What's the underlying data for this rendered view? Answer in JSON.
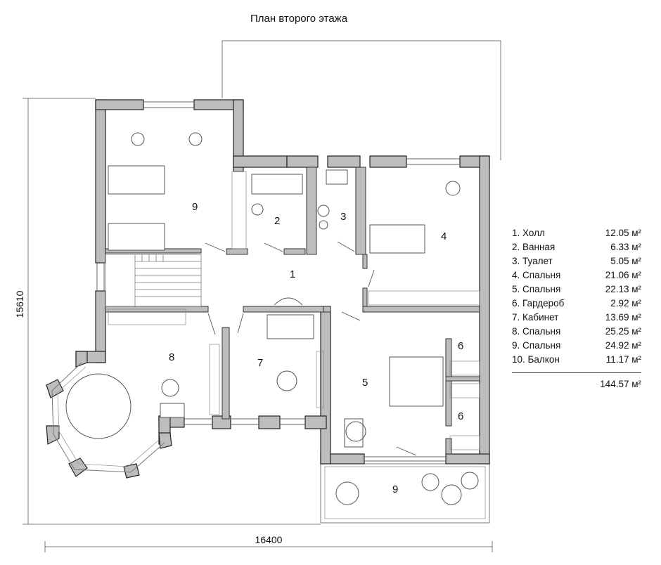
{
  "title": "План второго этажа",
  "dimensions": {
    "width_label": "16400",
    "height_label": "15610"
  },
  "room_numbers": [
    "9",
    "2",
    "3",
    "4",
    "1",
    "8",
    "7",
    "5",
    "6",
    "6",
    "9"
  ],
  "legend": [
    {
      "name": "1. Холл",
      "area": "12.05 м²"
    },
    {
      "name": "2. Ванная",
      "area": "6.33 м²"
    },
    {
      "name": "3. Туалет",
      "area": "5.05 м²"
    },
    {
      "name": "4. Спальня",
      "area": "21.06 м²"
    },
    {
      "name": "5. Спальня",
      "area": "22.13 м²"
    },
    {
      "name": "6. Гардероб",
      "area": "2.92 м²"
    },
    {
      "name": "7. Кабинет",
      "area": "13.69 м²"
    },
    {
      "name": "8. Спальня",
      "area": "25.25 м²"
    },
    {
      "name": "9. Спальня",
      "area": "24.92 м²"
    },
    {
      "name": "10. Балкон",
      "area": "11.17 м²"
    }
  ],
  "total_area": "144.57 м²",
  "colors": {
    "wall": "#bdbdbd",
    "wall_stroke": "#222222",
    "line": "#555555",
    "fixture": "#777777"
  }
}
